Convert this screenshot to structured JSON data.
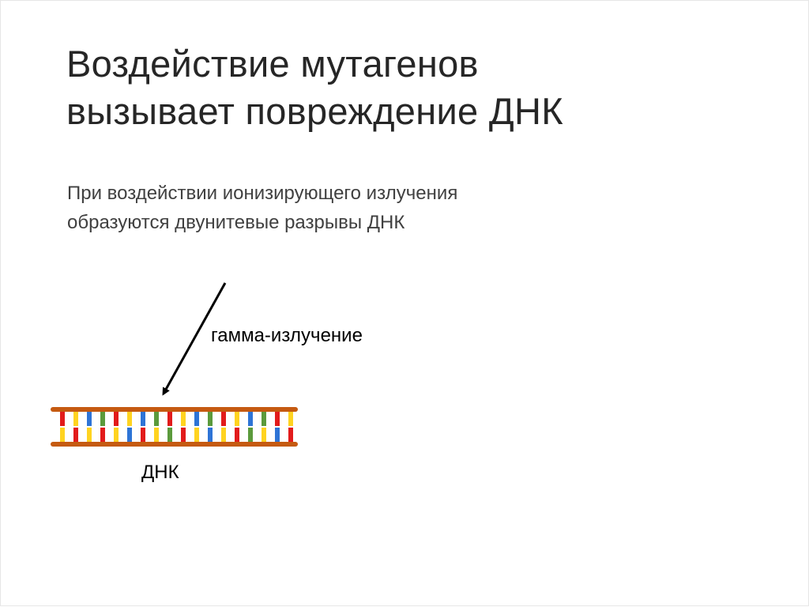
{
  "slide": {
    "title_lines": [
      "Воздействие мутагенов",
      "вызывает повреждение ДНК"
    ],
    "subtitle_lines": [
      "При воздействии ионизирующего излучения",
      "образуются двунитевые разрывы ДНК"
    ]
  },
  "diagram": {
    "radiation_label": "гамма-излучение",
    "dna_label": "ДНК",
    "colors": {
      "backbone": "#c55a11",
      "arrow": "#000000",
      "base_red": "#e21b1b",
      "base_yellow": "#ffd320",
      "base_blue": "#2e74d6",
      "base_green": "#5b9a3c"
    },
    "base_pairs": [
      [
        "base_red",
        "base_yellow"
      ],
      [
        "base_yellow",
        "base_red"
      ],
      [
        "base_blue",
        "base_yellow"
      ],
      [
        "base_green",
        "base_red"
      ],
      [
        "base_red",
        "base_yellow"
      ],
      [
        "base_yellow",
        "base_blue"
      ],
      [
        "base_blue",
        "base_red"
      ],
      [
        "base_green",
        "base_yellow"
      ],
      [
        "base_red",
        "base_green"
      ],
      [
        "base_yellow",
        "base_red"
      ],
      [
        "base_blue",
        "base_yellow"
      ],
      [
        "base_green",
        "base_blue"
      ],
      [
        "base_red",
        "base_yellow"
      ],
      [
        "base_yellow",
        "base_red"
      ],
      [
        "base_blue",
        "base_green"
      ],
      [
        "base_green",
        "base_yellow"
      ],
      [
        "base_red",
        "base_blue"
      ],
      [
        "base_yellow",
        "base_red"
      ]
    ]
  }
}
